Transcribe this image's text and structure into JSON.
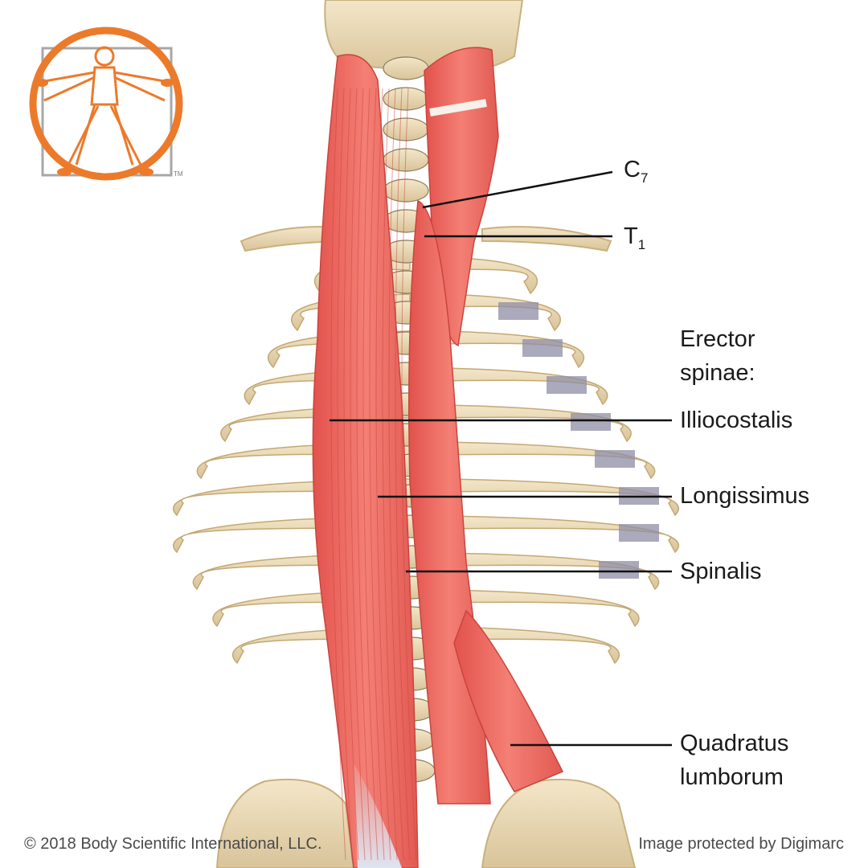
{
  "diagram": {
    "labels": {
      "c7": {
        "letter": "C",
        "sub": "7"
      },
      "t1": {
        "letter": "T",
        "sub": "1"
      },
      "erector_line1": "Erector",
      "erector_line2": "spinae:",
      "illiocostalis": "Illiocostalis",
      "longissimus": "Longissimus",
      "spinalis": "Spinalis",
      "quadratus_line1": "Quadratus",
      "quadratus_line2": "lumborum"
    },
    "logo": {
      "trademark": "TM"
    },
    "footer": {
      "copyright": "© 2018 Body Scientific International, LLC.",
      "protection": "Image protected by Digimarc"
    }
  }
}
